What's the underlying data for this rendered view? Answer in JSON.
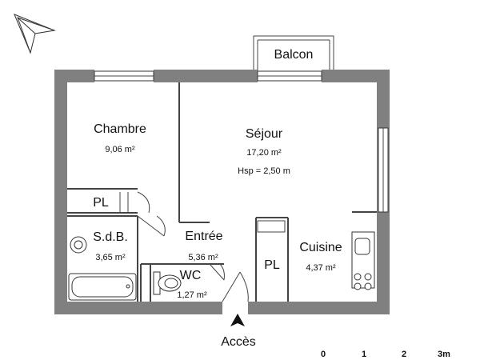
{
  "rooms": {
    "balcon": {
      "name": "Balcon"
    },
    "chambre": {
      "name": "Chambre",
      "area": "9,06 m²"
    },
    "sejour": {
      "name": "Séjour",
      "area": "17,20 m²",
      "height": "Hsp = 2,50 m"
    },
    "placard_chambre": {
      "name": "PL"
    },
    "sdb": {
      "name": "S.d.B.",
      "area": "3,65 m²"
    },
    "entree": {
      "name": "Entrée",
      "area": "5,36 m²"
    },
    "wc": {
      "name": "WC",
      "area": "1,27 m²"
    },
    "placard_cuisine": {
      "name": "PL"
    },
    "cuisine": {
      "name": "Cuisine",
      "area": "4,37 m²"
    }
  },
  "access": {
    "label": "Accès"
  },
  "scale": {
    "ticks": [
      "0",
      "1",
      "2",
      "3m"
    ]
  },
  "colors": {
    "wall": "#808080",
    "line": "#444444",
    "text": "#111111"
  },
  "icons": {
    "north": "north-arrow-icon",
    "entry": "access-arrow-icon"
  }
}
